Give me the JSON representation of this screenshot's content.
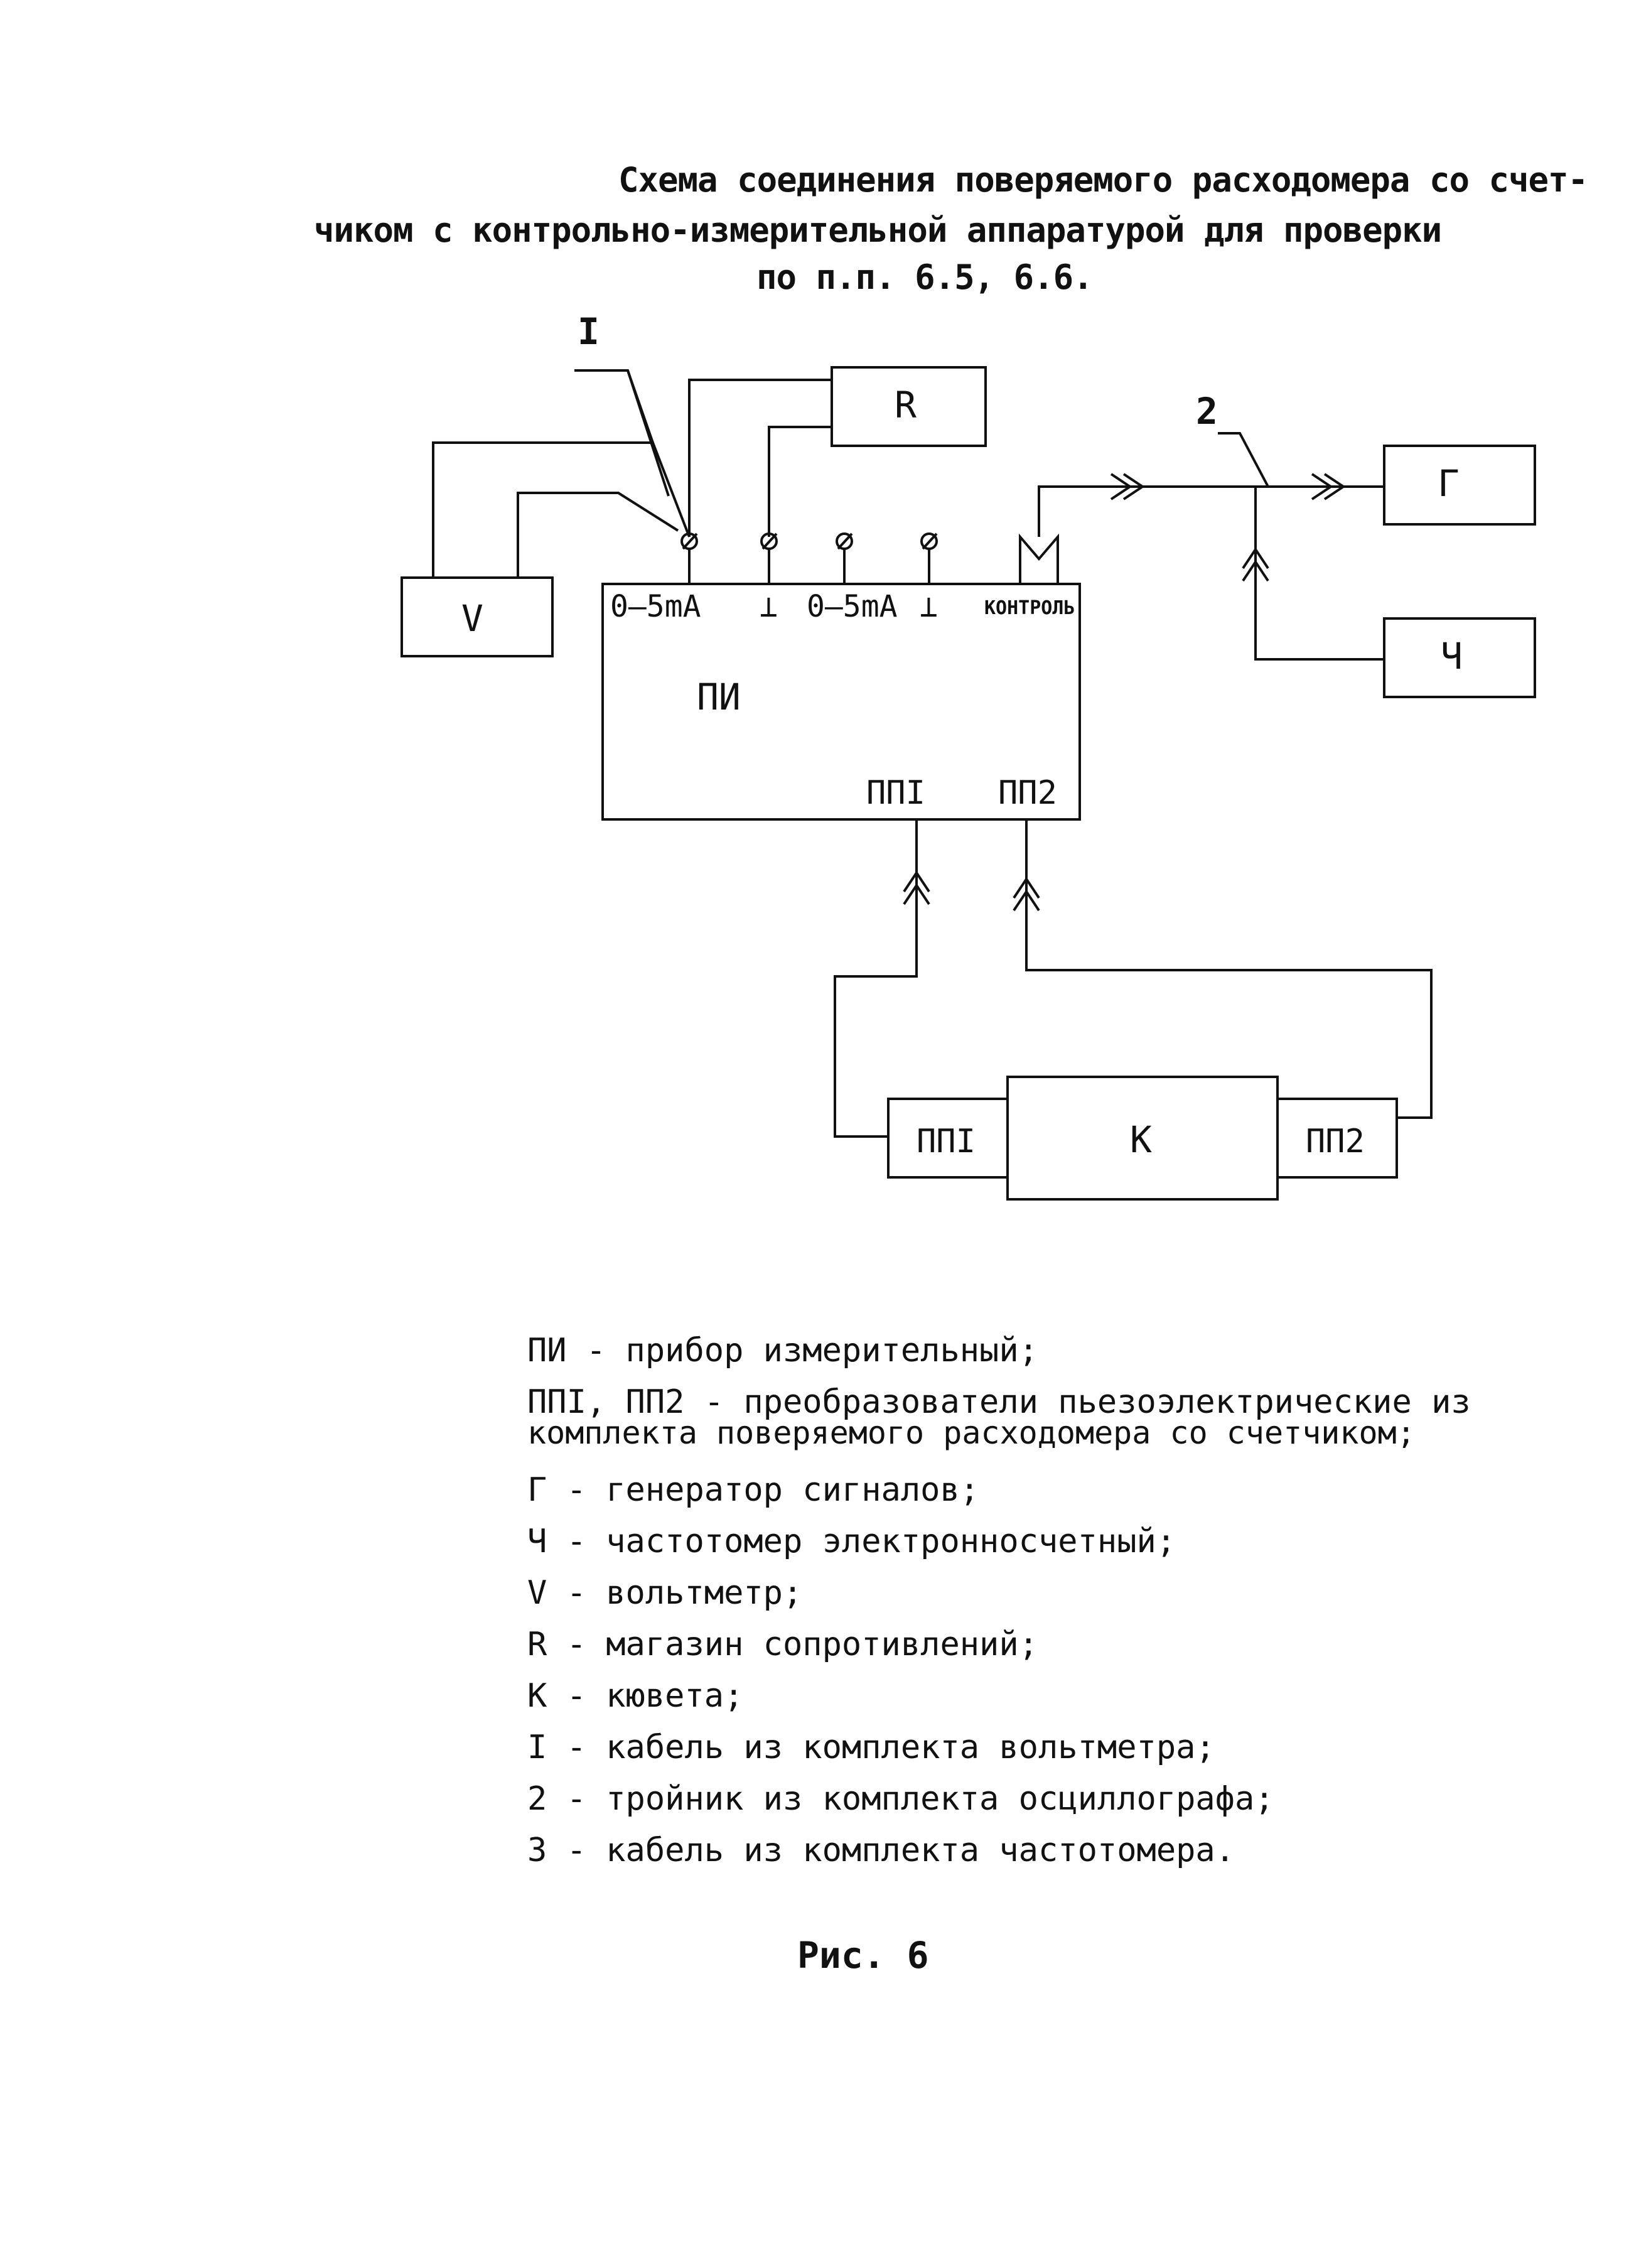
{
  "title": {
    "line1": "Схема соединения поверяемого расходомера со счет-",
    "line2": "чиком  с контрольно-измерительной аппаратурой для проверки",
    "line3": "по п.п. 6.5, 6.6."
  },
  "diagram": {
    "block_pi": "ПИ",
    "block_r": "R",
    "block_v": "V",
    "block_g": "Г",
    "block_ch": "Ч",
    "block_k": "К",
    "block_pp1": "ППI",
    "block_pp2": "ПП2",
    "terminal_1": "0–5mA",
    "terminal_2": "⊥",
    "terminal_3": "0–5mA",
    "terminal_4": "⊥",
    "terminal_5": "КОНТРОЛЬ",
    "port_pp1": "ППI",
    "port_pp2": "ПП2",
    "marker_1": "I",
    "marker_2": "2"
  },
  "legend": [
    {
      "text": "ПИ - прибор измерительный;"
    },
    {
      "text": "ППI, ПП2 - преобразователи пьезоэлектрические из",
      "sub": "комплекта поверяемого расходомера со счетчиком;"
    },
    {
      "text": "Г - генератор сигналов;"
    },
    {
      "text": "Ч - частотомер электронносчетный;"
    },
    {
      "text": "V - вольтметр;"
    },
    {
      "text": "R - магазин сопротивлений;"
    },
    {
      "text": "К - кювета;"
    },
    {
      "text": "I - кабель из комплекта вольтметра;"
    },
    {
      "text": "2 - тройник из комплекта осциллографа;"
    },
    {
      "text": "3 - кабель из комплекта частотомера."
    }
  ],
  "caption": "Рис. 6"
}
